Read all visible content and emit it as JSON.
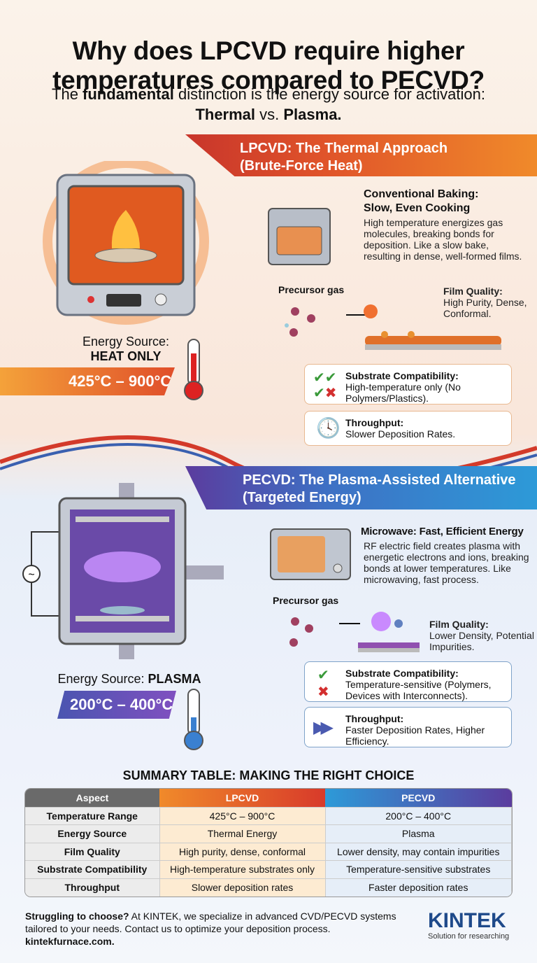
{
  "title": {
    "line1": "Why does LPCVD require higher",
    "line2": "temperatures compared to PECVD?"
  },
  "subtitle": {
    "pre": "The ",
    "bold1": "fundamental",
    "mid": " distinction is the energy source for activation:",
    "bold2": "Thermal",
    "vs": " vs. ",
    "bold3": "Plasma."
  },
  "lpcvd": {
    "banner1": "LPCVD: The Thermal Approach",
    "banner2": "(Brute-Force Heat)",
    "energy_label": "Energy Source:",
    "energy_value": "HEAT ONLY",
    "temp": "425°C – 900°C",
    "analogy_title1": "Conventional Baking:",
    "analogy_title2": "Slow, Even Cooking",
    "analogy_text": "High temperature energizes gas molecules, breaking bonds for deposition. Like a slow bake, resulting in dense, well-formed films.",
    "precursor": "Precursor gas",
    "film_title": "Film Quality:",
    "film_text": "High Purity, Dense, Conformal.",
    "substrate_title": "Substrate Compatibility:",
    "substrate_text": "High-temperature only (No Polymers/Plastics).",
    "throughput_title": "Throughput:",
    "throughput_text": "Slower Deposition Rates.",
    "icons": [
      "oven-icon",
      "stove-icon",
      "thermometer-hot-icon",
      "check-icon",
      "cross-icon",
      "clock-icon"
    ]
  },
  "pecvd": {
    "banner1": "PECVD: The Plasma-Assisted Alternative",
    "banner2": "(Targeted Energy)",
    "energy_label": "Energy Source: ",
    "energy_value": "PLASMA",
    "temp": "200°C – 400°C",
    "analogy_title": "Microwave: Fast, Efficient Energy",
    "analogy_text": "RF electric field creates plasma with energetic electrons and ions, breaking bonds at lower temperatures. Like microwaving, fast process.",
    "precursor": "Precursor gas",
    "film_title": "Film Quality:",
    "film_text": "Lower Density, Potential Impurities.",
    "substrate_title": "Substrate Compatibility:",
    "substrate_text": "Temperature-sensitive (Polymers, Devices with Interconnects).",
    "throughput_title": "Throughput:",
    "throughput_text": "Faster Deposition Rates, Higher Efficiency.",
    "icons": [
      "plasma-chamber-icon",
      "microwave-icon",
      "thermometer-cold-icon",
      "check-icon",
      "cross-icon",
      "fast-forward-icon"
    ]
  },
  "summary": {
    "title": "SUMMARY TABLE: MAKING THE RIGHT CHOICE",
    "headers": [
      "Aspect",
      "LPCVD",
      "PECVD"
    ],
    "rows": [
      [
        "Temperature Range",
        "425°C – 900°C",
        "200°C – 400°C"
      ],
      [
        "Energy Source",
        "Thermal Energy",
        "Plasma"
      ],
      [
        "Film Quality",
        "High purity, dense, conformal",
        "Lower density, may contain impurities"
      ],
      [
        "Substrate Compatibility",
        "High-temperature substrates only",
        "Temperature-sensitive substrates"
      ],
      [
        "Throughput",
        "Slower deposition rates",
        "Faster deposition rates"
      ]
    ]
  },
  "footer": {
    "bold": "Struggling to choose?",
    "text": " At KINTEK, we specialize in advanced CVD/PECVD systems tailored to your needs. Contact us to optimize your deposition process.",
    "link": "kintekfurnace.com."
  },
  "logo": {
    "name": "KINTEK",
    "tagline": "Solution for researching"
  },
  "colors": {
    "lpcvd": "#e0542a",
    "pecvd": "#3e70c4",
    "check": "#3a9a3a",
    "cross": "#d32f2f"
  }
}
